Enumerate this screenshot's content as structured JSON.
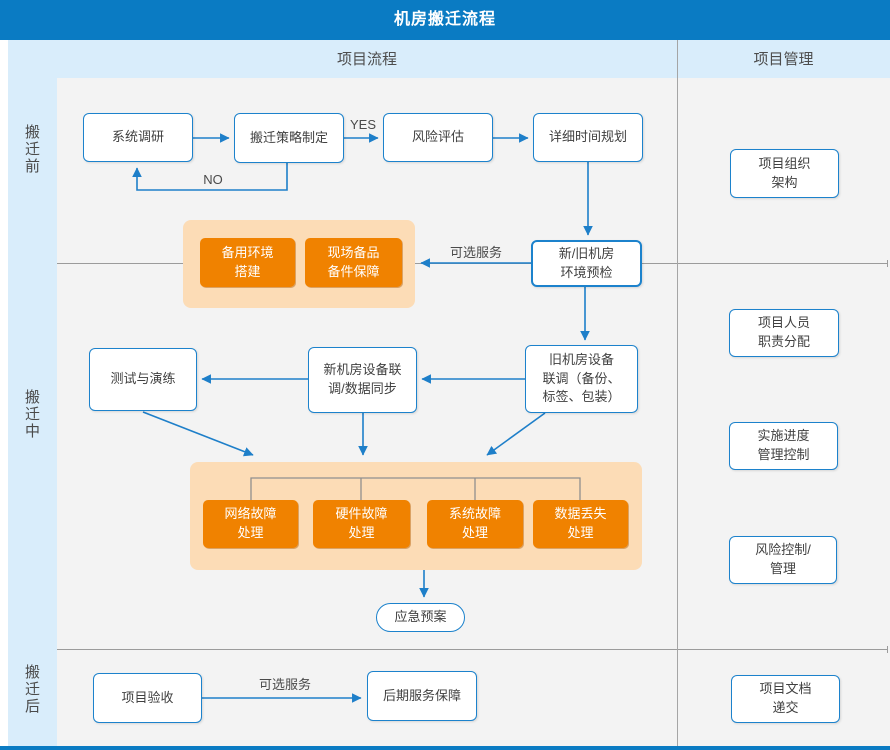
{
  "title": "机房搬迁流程",
  "columns": {
    "process": "项目流程",
    "management": "项目管理"
  },
  "phases": [
    {
      "label": "搬迁前"
    },
    {
      "label": "搬迁中"
    },
    {
      "label": "搬迁后"
    }
  ],
  "nodes": {
    "system_research": "系统调研",
    "strategy": "搬迁策略制定",
    "risk_assessment": "风险评估",
    "time_plan": "详细时间规划",
    "env_precheck": "新/旧机房\n环境预检",
    "backup_env": "备用环境\n搭建",
    "spare_parts": "现场备品\n备件保障",
    "old_room": "旧机房设备\n联调（备份、\n标签、包装）",
    "new_room": "新机房设备联\n调/数据同步",
    "test_drill": "测试与演练",
    "net_fault": "网络故障\n处理",
    "hw_fault": "硬件故障\n处理",
    "sys_fault": "系统故障\n处理",
    "data_loss": "数据丢失\n处理",
    "emergency_plan": "应急预案",
    "acceptance": "项目验收",
    "post_service": "后期服务保障",
    "org_structure": "项目组织\n架构",
    "staff_duty": "项目人员\n职责分配",
    "progress_ctrl": "实施进度\n管理控制",
    "risk_ctrl": "风险控制/\n管理",
    "doc_delivery": "项目文档\n递交"
  },
  "edge_labels": {
    "yes": "YES",
    "no": "NO",
    "optional_service_top": "可选服务",
    "optional_service_bottom": "可选服务"
  },
  "colors": {
    "header_blue": "#0a7bc3",
    "light_blue": "#d9edfb",
    "canvas_gray": "#f3f3f3",
    "node_border_blue": "#1c82cc",
    "arrow_blue": "#1e7fc9",
    "orange_box": "#f08200",
    "orange_group": "#fcdcb6",
    "divider_gray": "#9b9b9b"
  }
}
